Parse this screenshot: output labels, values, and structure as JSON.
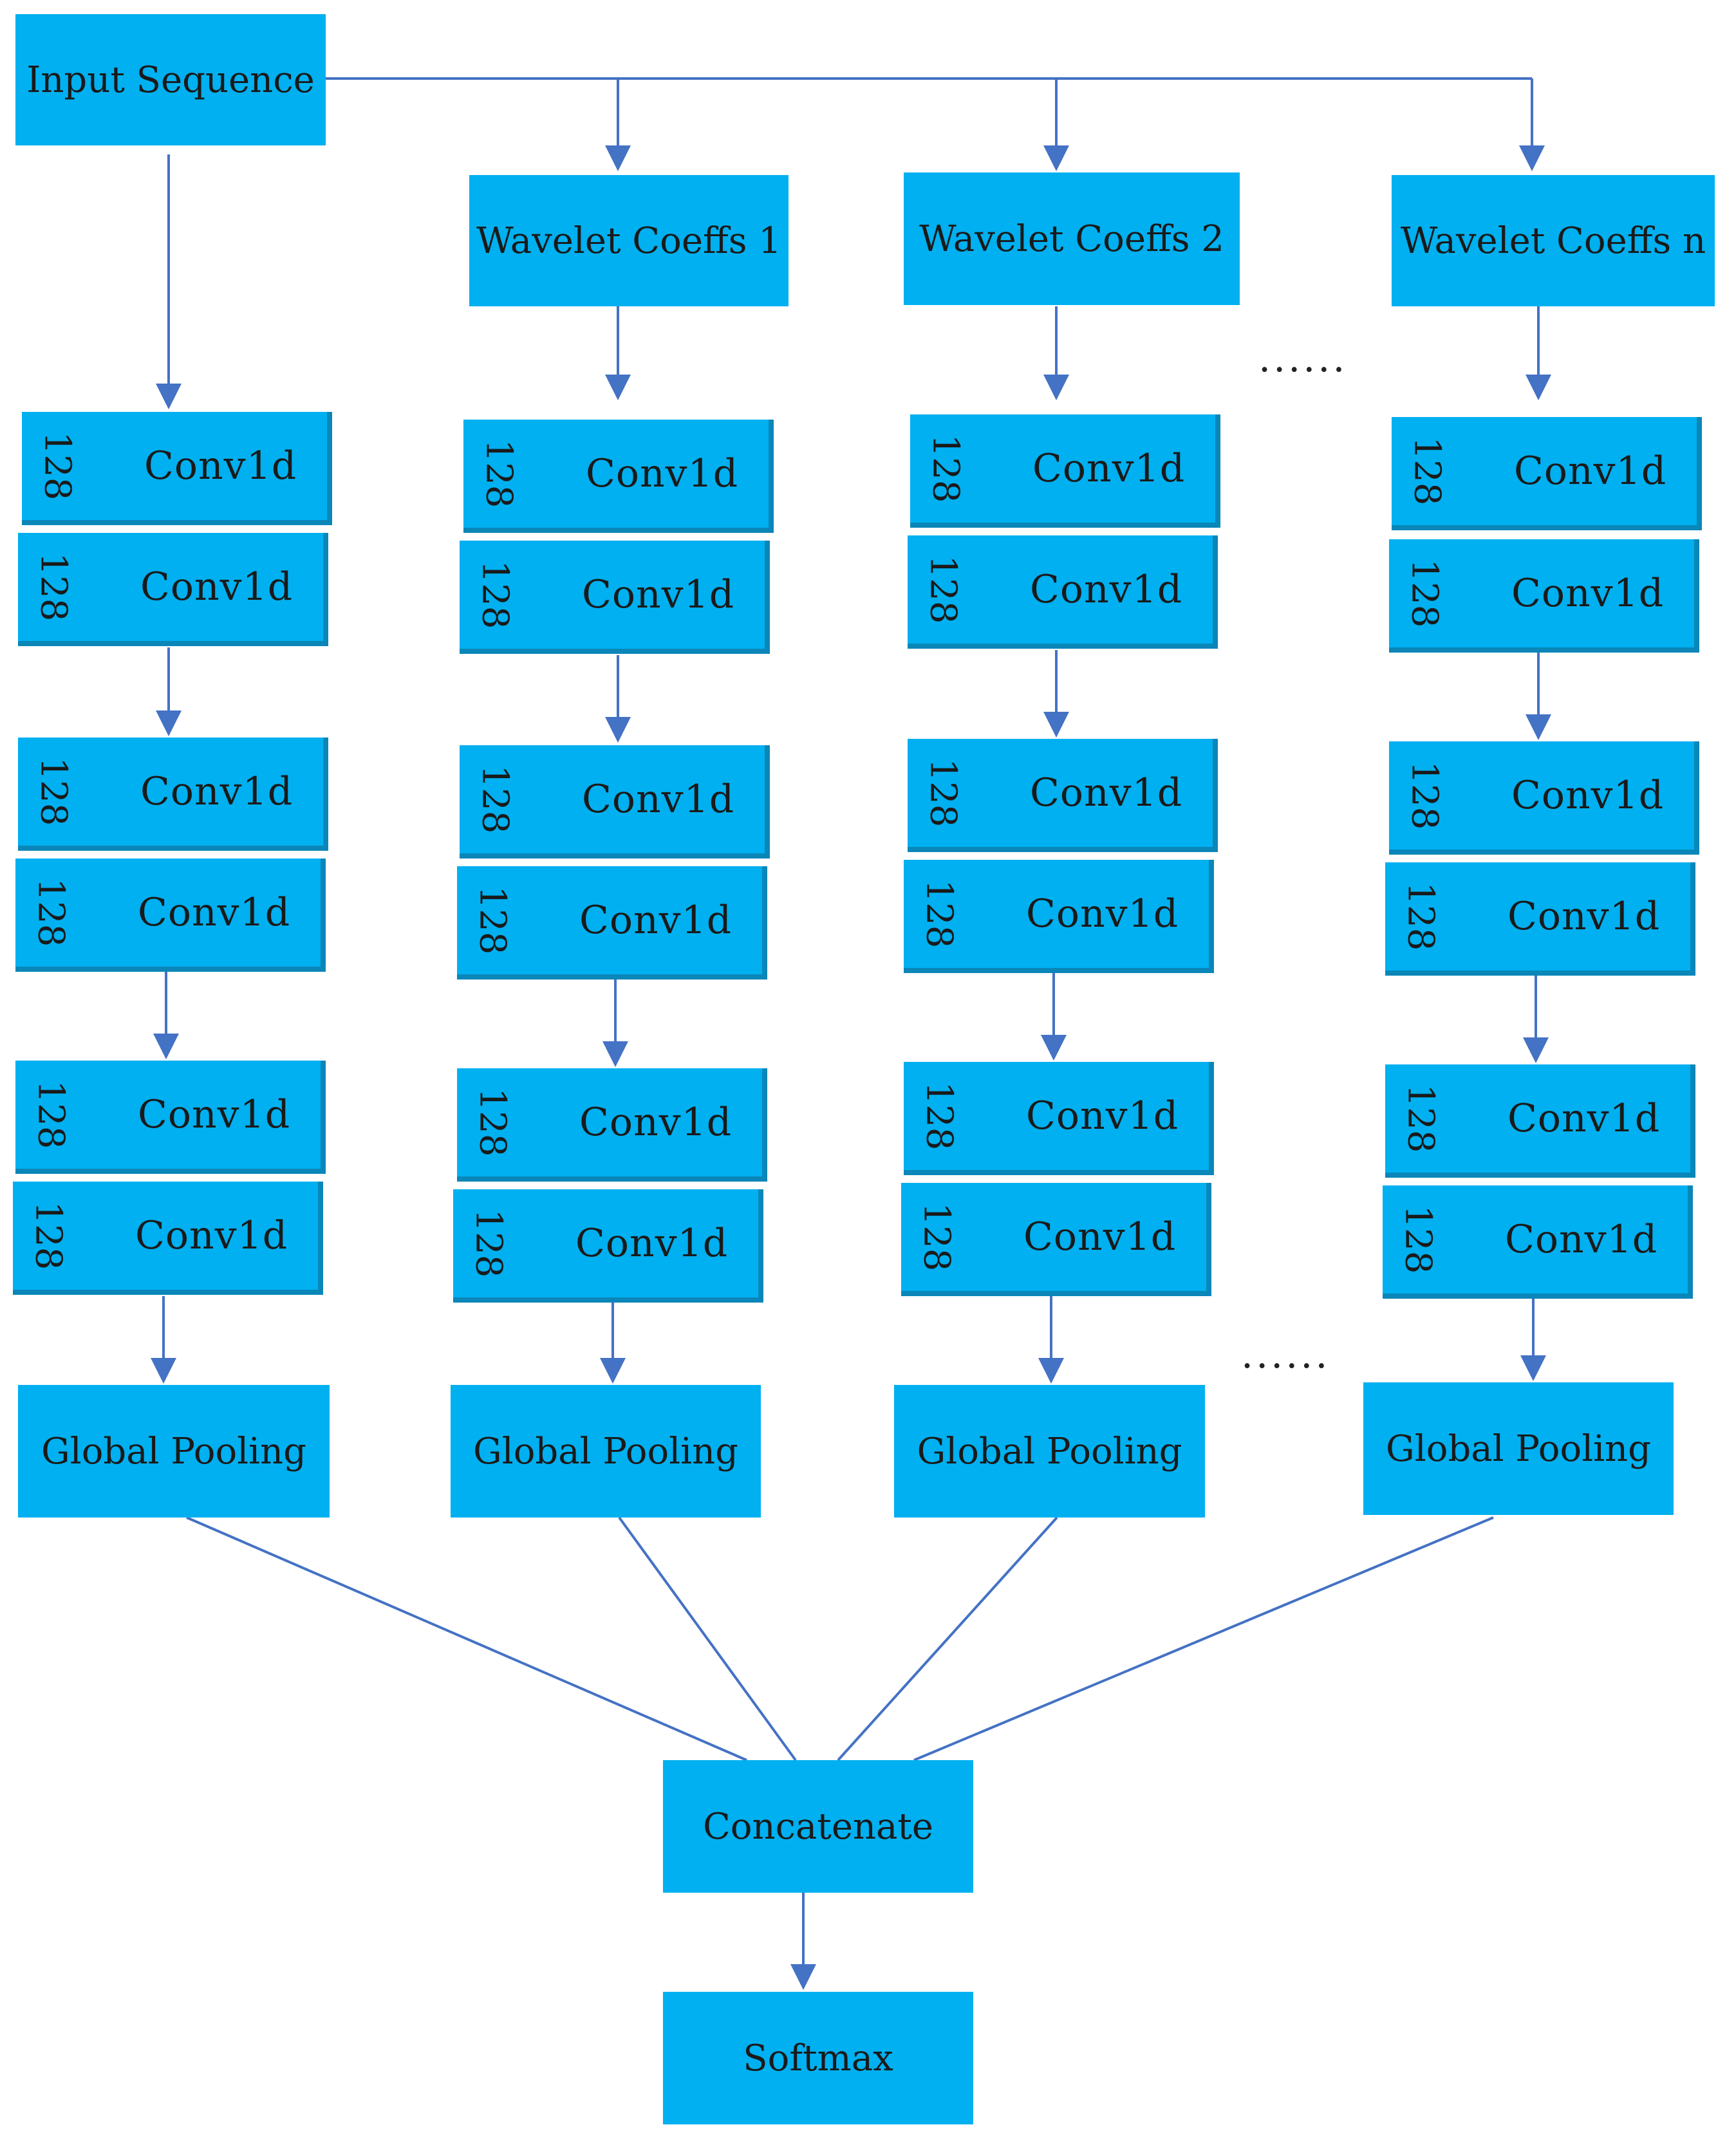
{
  "input": {
    "label": "Input Sequence"
  },
  "branches": [
    {
      "coeff_label": null,
      "pooling": "Global Pooling",
      "convs": [
        {
          "filters": "128",
          "name": "Conv1d"
        },
        {
          "filters": "128",
          "name": "Conv1d"
        },
        {
          "filters": "128",
          "name": "Conv1d"
        },
        {
          "filters": "128",
          "name": "Conv1d"
        },
        {
          "filters": "128",
          "name": "Conv1d"
        },
        {
          "filters": "128",
          "name": "Conv1d"
        }
      ]
    },
    {
      "coeff_label": "Wavelet Coeffs 1",
      "pooling": "Global Pooling",
      "convs": [
        {
          "filters": "128",
          "name": "Conv1d"
        },
        {
          "filters": "128",
          "name": "Conv1d"
        },
        {
          "filters": "128",
          "name": "Conv1d"
        },
        {
          "filters": "128",
          "name": "Conv1d"
        },
        {
          "filters": "128",
          "name": "Conv1d"
        },
        {
          "filters": "128",
          "name": "Conv1d"
        }
      ]
    },
    {
      "coeff_label": "Wavelet Coeffs 2",
      "pooling": "Global Pooling",
      "convs": [
        {
          "filters": "128",
          "name": "Conv1d"
        },
        {
          "filters": "128",
          "name": "Conv1d"
        },
        {
          "filters": "128",
          "name": "Conv1d"
        },
        {
          "filters": "128",
          "name": "Conv1d"
        },
        {
          "filters": "128",
          "name": "Conv1d"
        },
        {
          "filters": "128",
          "name": "Conv1d"
        }
      ]
    },
    {
      "coeff_label": "Wavelet Coeffs n",
      "pooling": "Global Pooling",
      "convs": [
        {
          "filters": "128",
          "name": "Conv1d"
        },
        {
          "filters": "128",
          "name": "Conv1d"
        },
        {
          "filters": "128",
          "name": "Conv1d"
        },
        {
          "filters": "128",
          "name": "Conv1d"
        },
        {
          "filters": "128",
          "name": "Conv1d"
        },
        {
          "filters": "128",
          "name": "Conv1d"
        }
      ]
    }
  ],
  "ellipsis": "......",
  "concatenate": {
    "label": "Concatenate"
  },
  "softmax": {
    "label": "Softmax"
  },
  "colors": {
    "box": "#00b0f0",
    "box_shadow": "#0a86b8",
    "arrow": "#4472c4",
    "text": "#1a1a1a"
  }
}
